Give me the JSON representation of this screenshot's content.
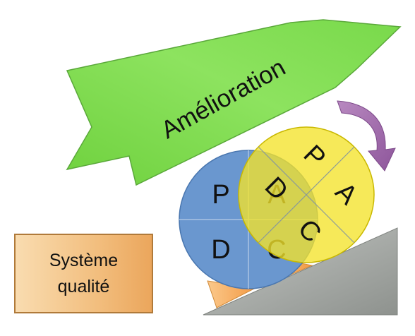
{
  "arrow": {
    "label": "Amélioration"
  },
  "quality_box": {
    "line1": "Système",
    "line2": "qualité"
  },
  "blue_wheel": {
    "q1": "P",
    "q2": "A",
    "q3": "D",
    "q4": "C"
  },
  "yellow_wheel": {
    "top": "P",
    "left": "D",
    "right": "A",
    "bottom": "C"
  },
  "colors": {
    "arrow_green": "#7ed957",
    "wheel_blue": "#6a97cf",
    "wheel_yellow": "#f4e32a",
    "wedge_orange": "#f5a85a",
    "slope_gray": "#a6aaa6",
    "rotation_purple": "#a86ab0"
  }
}
